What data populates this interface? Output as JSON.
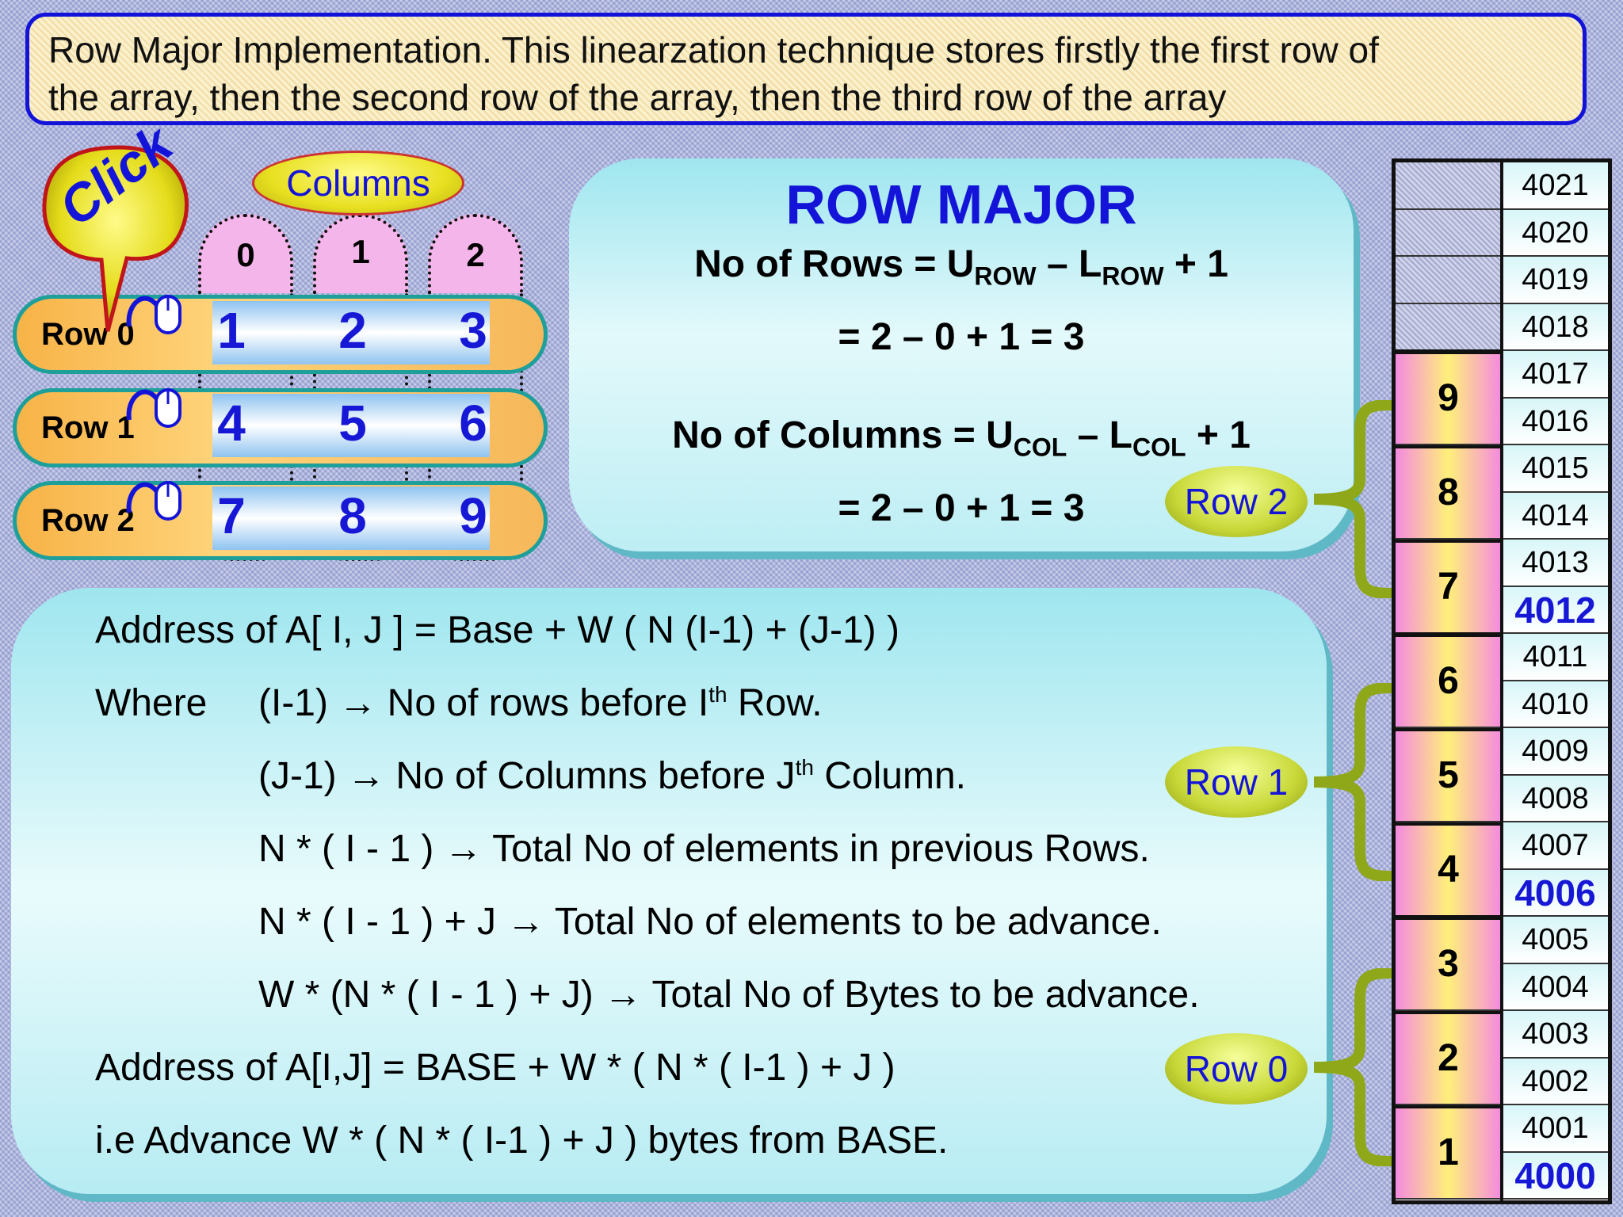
{
  "header": {
    "line1": "Row Major Implementation. This linearzation technique stores firstly the first row of",
    "line2": "the array, then the second row of the array, then the third row of the array"
  },
  "matrix": {
    "click_label": "Click",
    "columns_label": "Columns",
    "col_indices": [
      "0",
      "1",
      "2"
    ],
    "rows": [
      {
        "label": "Row 0",
        "values": [
          "1",
          "2",
          "3"
        ]
      },
      {
        "label": "Row 1",
        "values": [
          "4",
          "5",
          "6"
        ]
      },
      {
        "label": "Row 2",
        "values": [
          "7",
          "8",
          "9"
        ]
      }
    ]
  },
  "row_major": {
    "title": "ROW MAJOR",
    "rows_formula_left": "No of Rows = U",
    "rows_sub_u": "ROW",
    "rows_mid": " – L",
    "rows_sub_l": "ROW",
    "rows_end": " + 1",
    "rows_result": "= 2 – 0 + 1 = 3",
    "cols_formula_left": "No of Columns = U",
    "cols_sub_u": "COL",
    "cols_mid": " – L",
    "cols_sub_l": "COL",
    "cols_end": " + 1",
    "cols_result": "= 2 – 0 + 1 = 3"
  },
  "address": {
    "formula1": "Address of A[ I, J ] = Base + W ( N (I-1) + (J-1) )",
    "where": "Where",
    "w1_pre": "(I-1) → No of rows before I",
    "w1_sup": "th",
    "w1_post": " Row.",
    "w2_pre": "(J-1) → No of Columns before J",
    "w2_sup": "th",
    "w2_post": " Column.",
    "w3": "N * ( I - 1 ) → Total No of elements in previous Rows.",
    "w4": "N * ( I - 1 ) + J → Total No of elements to be advance.",
    "w5": "W * (N * ( I - 1 ) + J) → Total No of Bytes to be advance.",
    "formula2": "Address of A[I,J] = BASE + W * ( N * ( I-1 ) + J )",
    "formula3": "i.e Advance W * ( N * ( I-1 ) + J ) bytes from BASE."
  },
  "row_tags": [
    "Row 2",
    "Row 1",
    "Row 0"
  ],
  "memory": {
    "addresses": [
      "4021",
      "4020",
      "4019",
      "4018",
      "4017",
      "4016",
      "4015",
      "4014",
      "4013",
      "4012",
      "4011",
      "4010",
      "4009",
      "4008",
      "4007",
      "4006",
      "4005",
      "4004",
      "4003",
      "4002",
      "4001",
      "4000"
    ],
    "base_addresses": [
      "4012",
      "4006",
      "4000"
    ],
    "values": [
      "9",
      "8",
      "7",
      "6",
      "5",
      "4",
      "3",
      "2",
      "1"
    ]
  },
  "colors": {
    "accent_blue": "#1414d8",
    "header_border": "#1212d8",
    "panel_cyan": "#9fe6ef",
    "row_orange": "#f7b347",
    "column_pink": "#f4b6ea",
    "brace_green": "#8fa81a"
  },
  "icons": [
    "mouse-cursor-icon",
    "brace-icon"
  ]
}
